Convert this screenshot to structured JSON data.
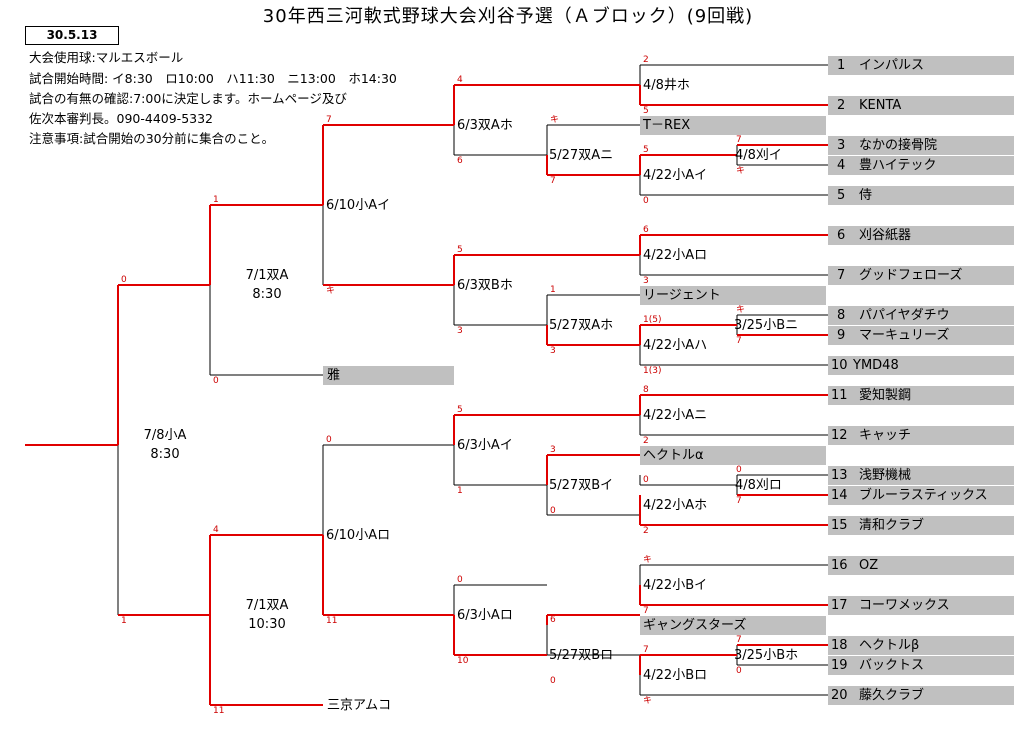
{
  "title": "30年西三河軟式野球大会刈谷予選（Ａブロック）(9回戦)",
  "date_box": "30.5.13",
  "info_lines": [
    "大会使用球:マルエスボール",
    "試合開始時間: イ8:30　ロ10:00　ハ11:30　ニ13:00　ホ14:30",
    "試合の有無の確認:7:00に決定します。ホームページ及び",
    "佐次本審判長。090-4409-5332",
    "注意事項:試合開始の30分前に集合のこと。"
  ],
  "colors": {
    "win_line": "#e00000",
    "line": "#000000",
    "score": "#cc0000",
    "team_bar": "#c0c0c0"
  },
  "teams": [
    {
      "no": "1",
      "name": "インパルス"
    },
    {
      "no": "2",
      "name": "KENTA"
    },
    {
      "no": "3",
      "name": "なかの接骨院"
    },
    {
      "no": "4",
      "name": "豊ハイテック"
    },
    {
      "no": "5",
      "name": "侍"
    },
    {
      "no": "6",
      "name": "刈谷紙器"
    },
    {
      "no": "7",
      "name": "グッドフェローズ"
    },
    {
      "no": "8",
      "name": "パパイヤダチウ"
    },
    {
      "no": "9",
      "name": "マーキュリーズ"
    },
    {
      "no": "10",
      "name": "YMD48"
    },
    {
      "no": "11",
      "name": "愛知製鋼"
    },
    {
      "no": "12",
      "name": "キャッチ"
    },
    {
      "no": "13",
      "name": "浅野機械"
    },
    {
      "no": "14",
      "name": "ブルーラスティックス"
    },
    {
      "no": "15",
      "name": "清和クラブ"
    },
    {
      "no": "16",
      "name": "OZ"
    },
    {
      "no": "17",
      "name": "コーワメックス"
    },
    {
      "no": "18",
      "name": "ヘクトルβ"
    },
    {
      "no": "19",
      "name": "バックトス"
    },
    {
      "no": "20",
      "name": "藤久クラブ"
    }
  ],
  "seeds": {
    "trex": "T－REX",
    "regent": "リージェント",
    "hector_a": "ヘクトルα",
    "gangstars": "ギャングスターズ",
    "miyabi": "雅",
    "sankyo": "三京アムコ"
  },
  "matches": {
    "r1_a": "4/8刈イ",
    "r1_b": "3/25小Bニ",
    "r1_c": "4/8刈ロ",
    "r1_d": "3/25小Bホ",
    "r2_1": "4/8井ホ",
    "r2_2": "4/22小Aイ",
    "r2_3": "4/22小Aロ",
    "r2_4": "4/22小Aハ",
    "r2_5": "4/22小Aニ",
    "r2_6": "4/22小Aホ",
    "r2_7": "4/22小Bイ",
    "r2_8": "4/22小Bロ",
    "r3_1": "5/27双Aニ",
    "r3_2": "5/27双Aホ",
    "r3_3": "5/27双Bイ",
    "r3_4": "5/27双Bロ",
    "r4_1": "6/3双Aホ",
    "r4_2": "6/3双Bホ",
    "r4_3": "6/3小Aイ",
    "r4_4": "6/3小Aロ",
    "r5_1": "6/10小Aイ",
    "r5_2": "6/10小Aロ",
    "sf_1_date": "7/1双A",
    "sf_1_time": "8:30",
    "sf_2_date": "7/1双A",
    "sf_2_time": "10:30",
    "final_date": "7/8小A",
    "final_time": "8:30"
  },
  "scores": {
    "s1": "2",
    "s2": "5",
    "s3": "7",
    "s4": "キ",
    "s5": "5",
    "s6": "0",
    "s7": "キ",
    "s8": "7",
    "s9": "4",
    "s10": "6",
    "s11": "6",
    "s12": "3",
    "s13": "キ",
    "s14": "7",
    "s15": "1(5)",
    "s16": "1(3)",
    "s17": "1",
    "s18": "3",
    "s19": "5",
    "s20": "3",
    "s21": "7",
    "s22": "キ",
    "s23": "1",
    "s24": "0",
    "s25": "0",
    "s26": "1",
    "s27": "8",
    "s28": "2",
    "s29": "0",
    "s30": "7",
    "s31": "0",
    "s32": "2",
    "s33": "3",
    "s34": "0",
    "s35": "5",
    "s36": "1",
    "s37": "キ",
    "s38": "7",
    "s39": "7",
    "s40": "0",
    "s41": "7",
    "s42": "キ",
    "s43": "6",
    "s44": "0",
    "s45": "0",
    "s46": "10",
    "s47": "0",
    "s48": "11",
    "s49": "4",
    "s50": "11"
  }
}
